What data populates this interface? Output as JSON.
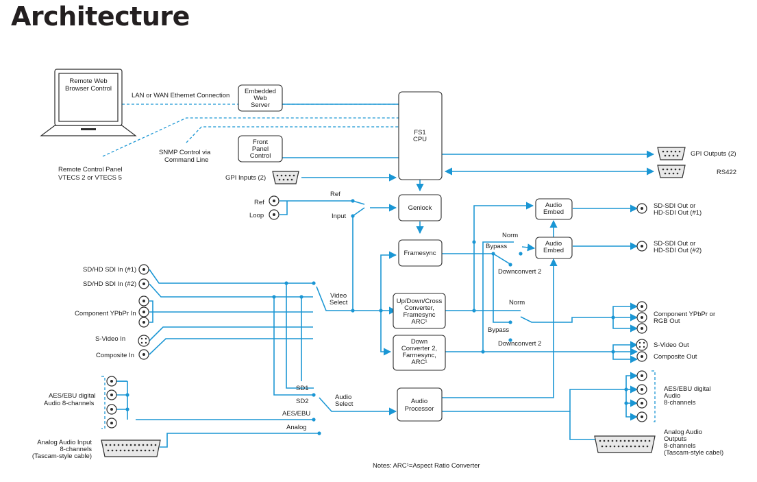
{
  "title": "Architecture",
  "blocks": {
    "web_server": [
      "Embedded",
      "Web",
      "Server"
    ],
    "front_panel": [
      "Front",
      "Panel",
      "Control"
    ],
    "cpu": [
      "FS1",
      "CPU"
    ],
    "genlock": "Genlock",
    "framesync": "Framesync",
    "updown": [
      "Up/Down/Cross",
      "Converter,",
      "Framesync",
      "ARC¹"
    ],
    "down2": [
      "Down",
      "Converter 2,",
      "Farmesync,",
      "ARC¹"
    ],
    "audio_proc": [
      "Audio",
      "Processor"
    ],
    "audio_embed_1": [
      "Audio",
      "Embed"
    ],
    "audio_embed_2": [
      "Audio",
      "Embed"
    ]
  },
  "labels": {
    "remote_web": [
      "Remote Web",
      "Browser Control"
    ],
    "lan": "LAN or WAN Ethernet Connection",
    "remote_panel": [
      "Remote Control Panel",
      "VTECS 2 or VTECS 5"
    ],
    "snmp": [
      "SNMP Control via",
      "Command Line"
    ],
    "gpi_inputs": "GPI Inputs (2)",
    "gpi_outputs": "GPI Outputs (2)",
    "rs422": "RS422",
    "ref_in": "Ref",
    "loop": "Loop",
    "ref_switch": "Ref",
    "input_switch": "Input",
    "sdi_in_1": "SD/HD SDI  In (#1)",
    "sdi_in_2": "SD/HD SDI  In (#2)",
    "component_in": "Component YPbPr In",
    "svideo_in": "S-Video In",
    "composite_in": "Composite In",
    "video_select": [
      "Video",
      "Select"
    ],
    "aes_in": [
      "AES/EBU digital",
      "Audio 8-channels"
    ],
    "analog_in": [
      "Analog Audio Input",
      "8-channels",
      "(Tascam-style cable)"
    ],
    "sd1": "SD1",
    "sd2": "SD2",
    "aes_ebu": "AES/EBU",
    "analog": "Analog",
    "audio_select": [
      "Audio",
      "Select"
    ],
    "norm_top": "Norm",
    "bypass_top": "Bypass",
    "downconvert2_top": "Downconvert 2",
    "norm_mid": "Norm",
    "bypass_mid": "Bypass",
    "downconvert2_mid": "Downconvert 2",
    "sdi_out_1": [
      "SD-SDI Out or",
      "HD-SDI Out (#1)"
    ],
    "sdi_out_2": [
      "SD-SDI Out or",
      "HD-SDI Out (#2)"
    ],
    "component_out": [
      "Component YPbPr or",
      "RGB Out"
    ],
    "svideo_out": "S-Video Out",
    "composite_out": "Composite Out",
    "aes_out": [
      "AES/EBU digital",
      "Audio",
      "8-channels"
    ],
    "analog_out": [
      "Analog Audio",
      "Outputs",
      "8-channels",
      "(Tascam-style cabel)"
    ],
    "notes": "Notes: ARC¹=Aspect Ratio Converter"
  },
  "colors": {
    "wire": "#1a96d4",
    "outline": "#2b2b2b",
    "title": "#231f20"
  }
}
